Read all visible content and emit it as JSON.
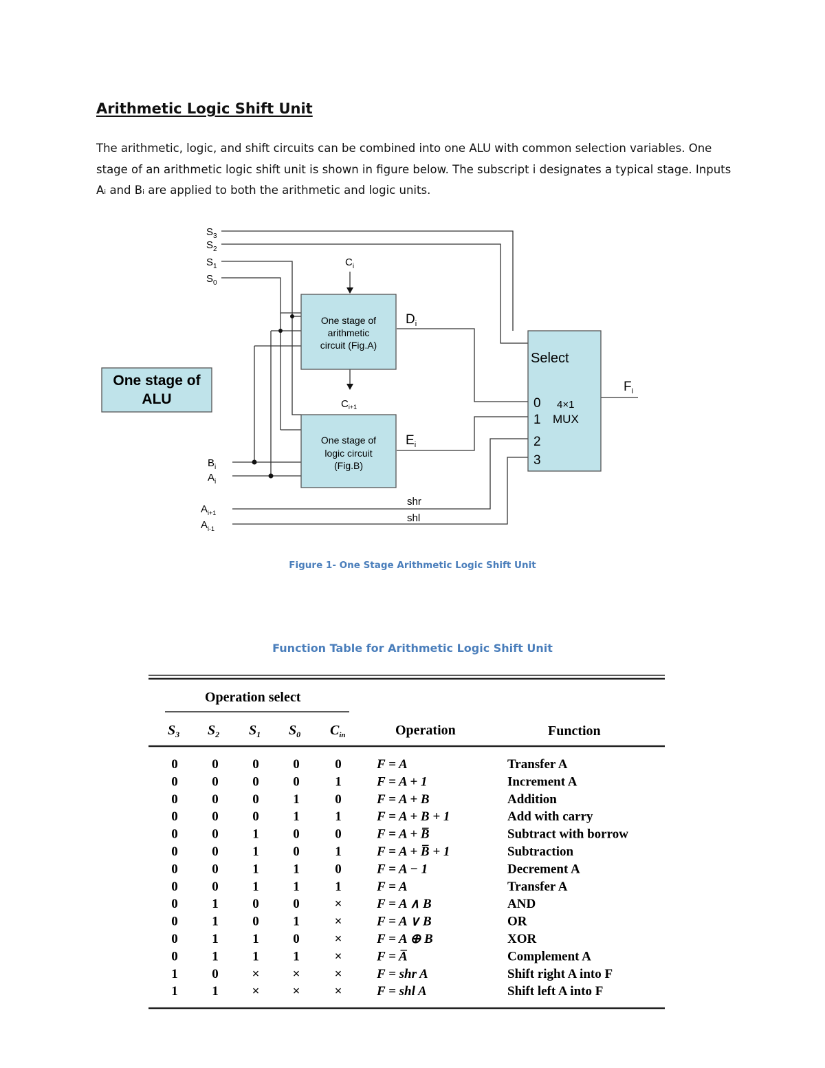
{
  "document": {
    "title": "Arithmetic Logic Shift Unit",
    "paragraph": "The arithmetic, logic, and shift circuits can be combined into one ALU with common selection variables. One stage of an arithmetic logic shift unit is shown in figure below. The subscript i designates a typical stage. Inputs Aᵢ and Bᵢ are applied to both the arithmetic and logic units.",
    "figure_caption": "Figure 1- One Stage Arithmetic Logic Shift Unit",
    "table_caption": "Function Table for Arithmetic Logic Shift Unit"
  },
  "diagram": {
    "alu_label_line1": "One stage of",
    "alu_label_line2": "ALU",
    "select_lines": [
      {
        "base": "S",
        "sub": "3"
      },
      {
        "base": "S",
        "sub": "2"
      },
      {
        "base": "S",
        "sub": "1"
      },
      {
        "base": "S",
        "sub": "0"
      }
    ],
    "carry_in": {
      "base": "C",
      "sub": "i"
    },
    "carry_out": {
      "base": "C",
      "sub": "i+1"
    },
    "arith_box": [
      "One stage of",
      "arithmetic",
      "circuit (Fig.A)"
    ],
    "logic_box": [
      "One stage of",
      "logic circuit",
      "(Fig.B)"
    ],
    "d_out": {
      "base": "D",
      "sub": "i"
    },
    "e_out": {
      "base": "E",
      "sub": "i"
    },
    "inputs": [
      {
        "base": "B",
        "sub": "i"
      },
      {
        "base": "A",
        "sub": "i"
      },
      {
        "base": "A",
        "sub": "i+1"
      },
      {
        "base": "A",
        "sub": "i-1"
      }
    ],
    "shr": "shr",
    "shl": "shl",
    "mux_select": "Select",
    "mux_inputs": [
      "0",
      "1",
      "2",
      "3"
    ],
    "mux_type_line1": "4×1",
    "mux_type_line2": "MUX",
    "f_out": {
      "base": "F",
      "sub": "i"
    }
  },
  "function_table": {
    "group_header": "Operation select",
    "headers": [
      {
        "base": "S",
        "sub": "3"
      },
      {
        "base": "S",
        "sub": "2"
      },
      {
        "base": "S",
        "sub": "1"
      },
      {
        "base": "S",
        "sub": "0"
      },
      {
        "base": "C",
        "sub": "in"
      }
    ],
    "operation_header": "Operation",
    "function_header": "Function",
    "rows": [
      {
        "s3": "0",
        "s2": "0",
        "s1": "0",
        "s0": "0",
        "cin": "0",
        "op": "F = A",
        "fn": "Transfer A"
      },
      {
        "s3": "0",
        "s2": "0",
        "s1": "0",
        "s0": "0",
        "cin": "1",
        "op": "F = A + 1",
        "fn": "Increment A"
      },
      {
        "s3": "0",
        "s2": "0",
        "s1": "0",
        "s0": "1",
        "cin": "0",
        "op": "F = A + B",
        "fn": "Addition"
      },
      {
        "s3": "0",
        "s2": "0",
        "s1": "0",
        "s0": "1",
        "cin": "1",
        "op": "F = A + B + 1",
        "fn": "Add with carry"
      },
      {
        "s3": "0",
        "s2": "0",
        "s1": "1",
        "s0": "0",
        "cin": "0",
        "op": "F = A + B̅",
        "fn": "Subtract with borrow"
      },
      {
        "s3": "0",
        "s2": "0",
        "s1": "1",
        "s0": "0",
        "cin": "1",
        "op": "F = A + B̅ + 1",
        "fn": "Subtraction"
      },
      {
        "s3": "0",
        "s2": "0",
        "s1": "1",
        "s0": "1",
        "cin": "0",
        "op": "F = A − 1",
        "fn": "Decrement A"
      },
      {
        "s3": "0",
        "s2": "0",
        "s1": "1",
        "s0": "1",
        "cin": "1",
        "op": "F = A",
        "fn": "Transfer A"
      },
      {
        "s3": "0",
        "s2": "1",
        "s1": "0",
        "s0": "0",
        "cin": "×",
        "op": "F = A ∧ B",
        "fn": "AND"
      },
      {
        "s3": "0",
        "s2": "1",
        "s1": "0",
        "s0": "1",
        "cin": "×",
        "op": "F = A ∨ B",
        "fn": "OR"
      },
      {
        "s3": "0",
        "s2": "1",
        "s1": "1",
        "s0": "0",
        "cin": "×",
        "op": "F = A ⊕ B",
        "fn": "XOR"
      },
      {
        "s3": "0",
        "s2": "1",
        "s1": "1",
        "s0": "1",
        "cin": "×",
        "op": "F = A̅",
        "fn": "Complement A"
      },
      {
        "s3": "1",
        "s2": "0",
        "s1": "×",
        "s0": "×",
        "cin": "×",
        "op": "F = shr A",
        "fn": "Shift right A into F"
      },
      {
        "s3": "1",
        "s2": "1",
        "s1": "×",
        "s0": "×",
        "cin": "×",
        "op": "F = shl A",
        "fn": "Shift left A into F"
      }
    ]
  }
}
